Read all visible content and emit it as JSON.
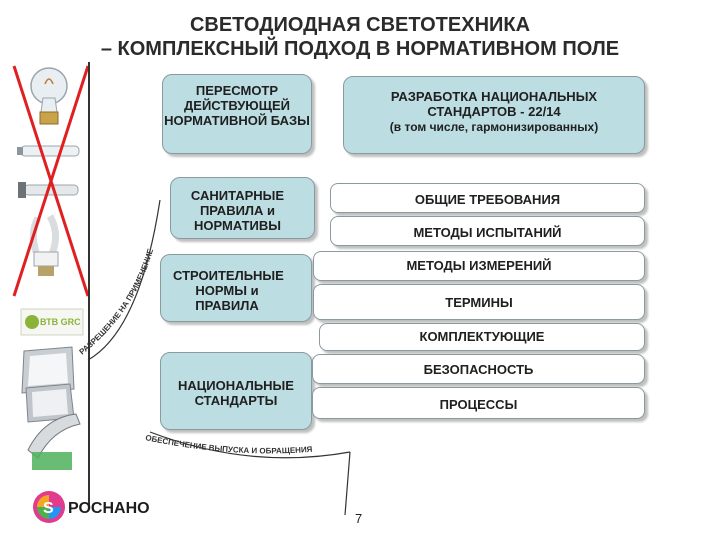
{
  "title": {
    "line1": "СВЕТОДИОДНАЯ СВЕТОТЕХНИКА",
    "line2": "– КОМПЛЕКСНЫЙ ПОДХОД В НОРМАТИВНОМ ПОЛЕ"
  },
  "left_boxes": {
    "revision": "ПЕРЕСМОТР ДЕЙСТВУЮЩЕЙ НОРМАТИВНОЙ БАЗЫ",
    "sanitary": "САНИТАРНЫЕ ПРАВИЛА и НОРМАТИВЫ",
    "building": "СТРОИТЕЛЬНЫЕ НОРМЫ и ПРАВИЛА",
    "national": "НАЦИОНАЛЬНЫЕ СТАНДАРТЫ"
  },
  "dev_box": {
    "line1": "РАЗРАБОТКА НАЦИОНАЛЬНЫХ",
    "line2": "СТАНДАРТОВ - 22/14",
    "line3": "(в том числе, гармонизированных)"
  },
  "right_boxes": [
    "ОБЩИЕ ТРЕБОВАНИЯ",
    "МЕТОДЫ ИСПЫТАНИЙ",
    "МЕТОДЫ ИЗМЕРЕНИЙ",
    "ТЕРМИНЫ",
    "КОМПЛЕКТУЮЩИЕ",
    "БЕЗОПАСНОСТЬ",
    "ПРОЦЕССЫ"
  ],
  "curved_labels": {
    "permission": "РАЗРЕШЕНИЕ НА ПРИМЕНЕНИЕ",
    "circulation": "ОБЕСПЕЧЕНИЕ ВЫПУСКА И ОБРАЩЕНИЯ"
  },
  "image_caption": "ВТВ GRC",
  "logo": {
    "brand": "РОСНАНО"
  },
  "page_number": "7",
  "colors": {
    "box_fill": "#bcdde2",
    "cross": "#e02020"
  }
}
